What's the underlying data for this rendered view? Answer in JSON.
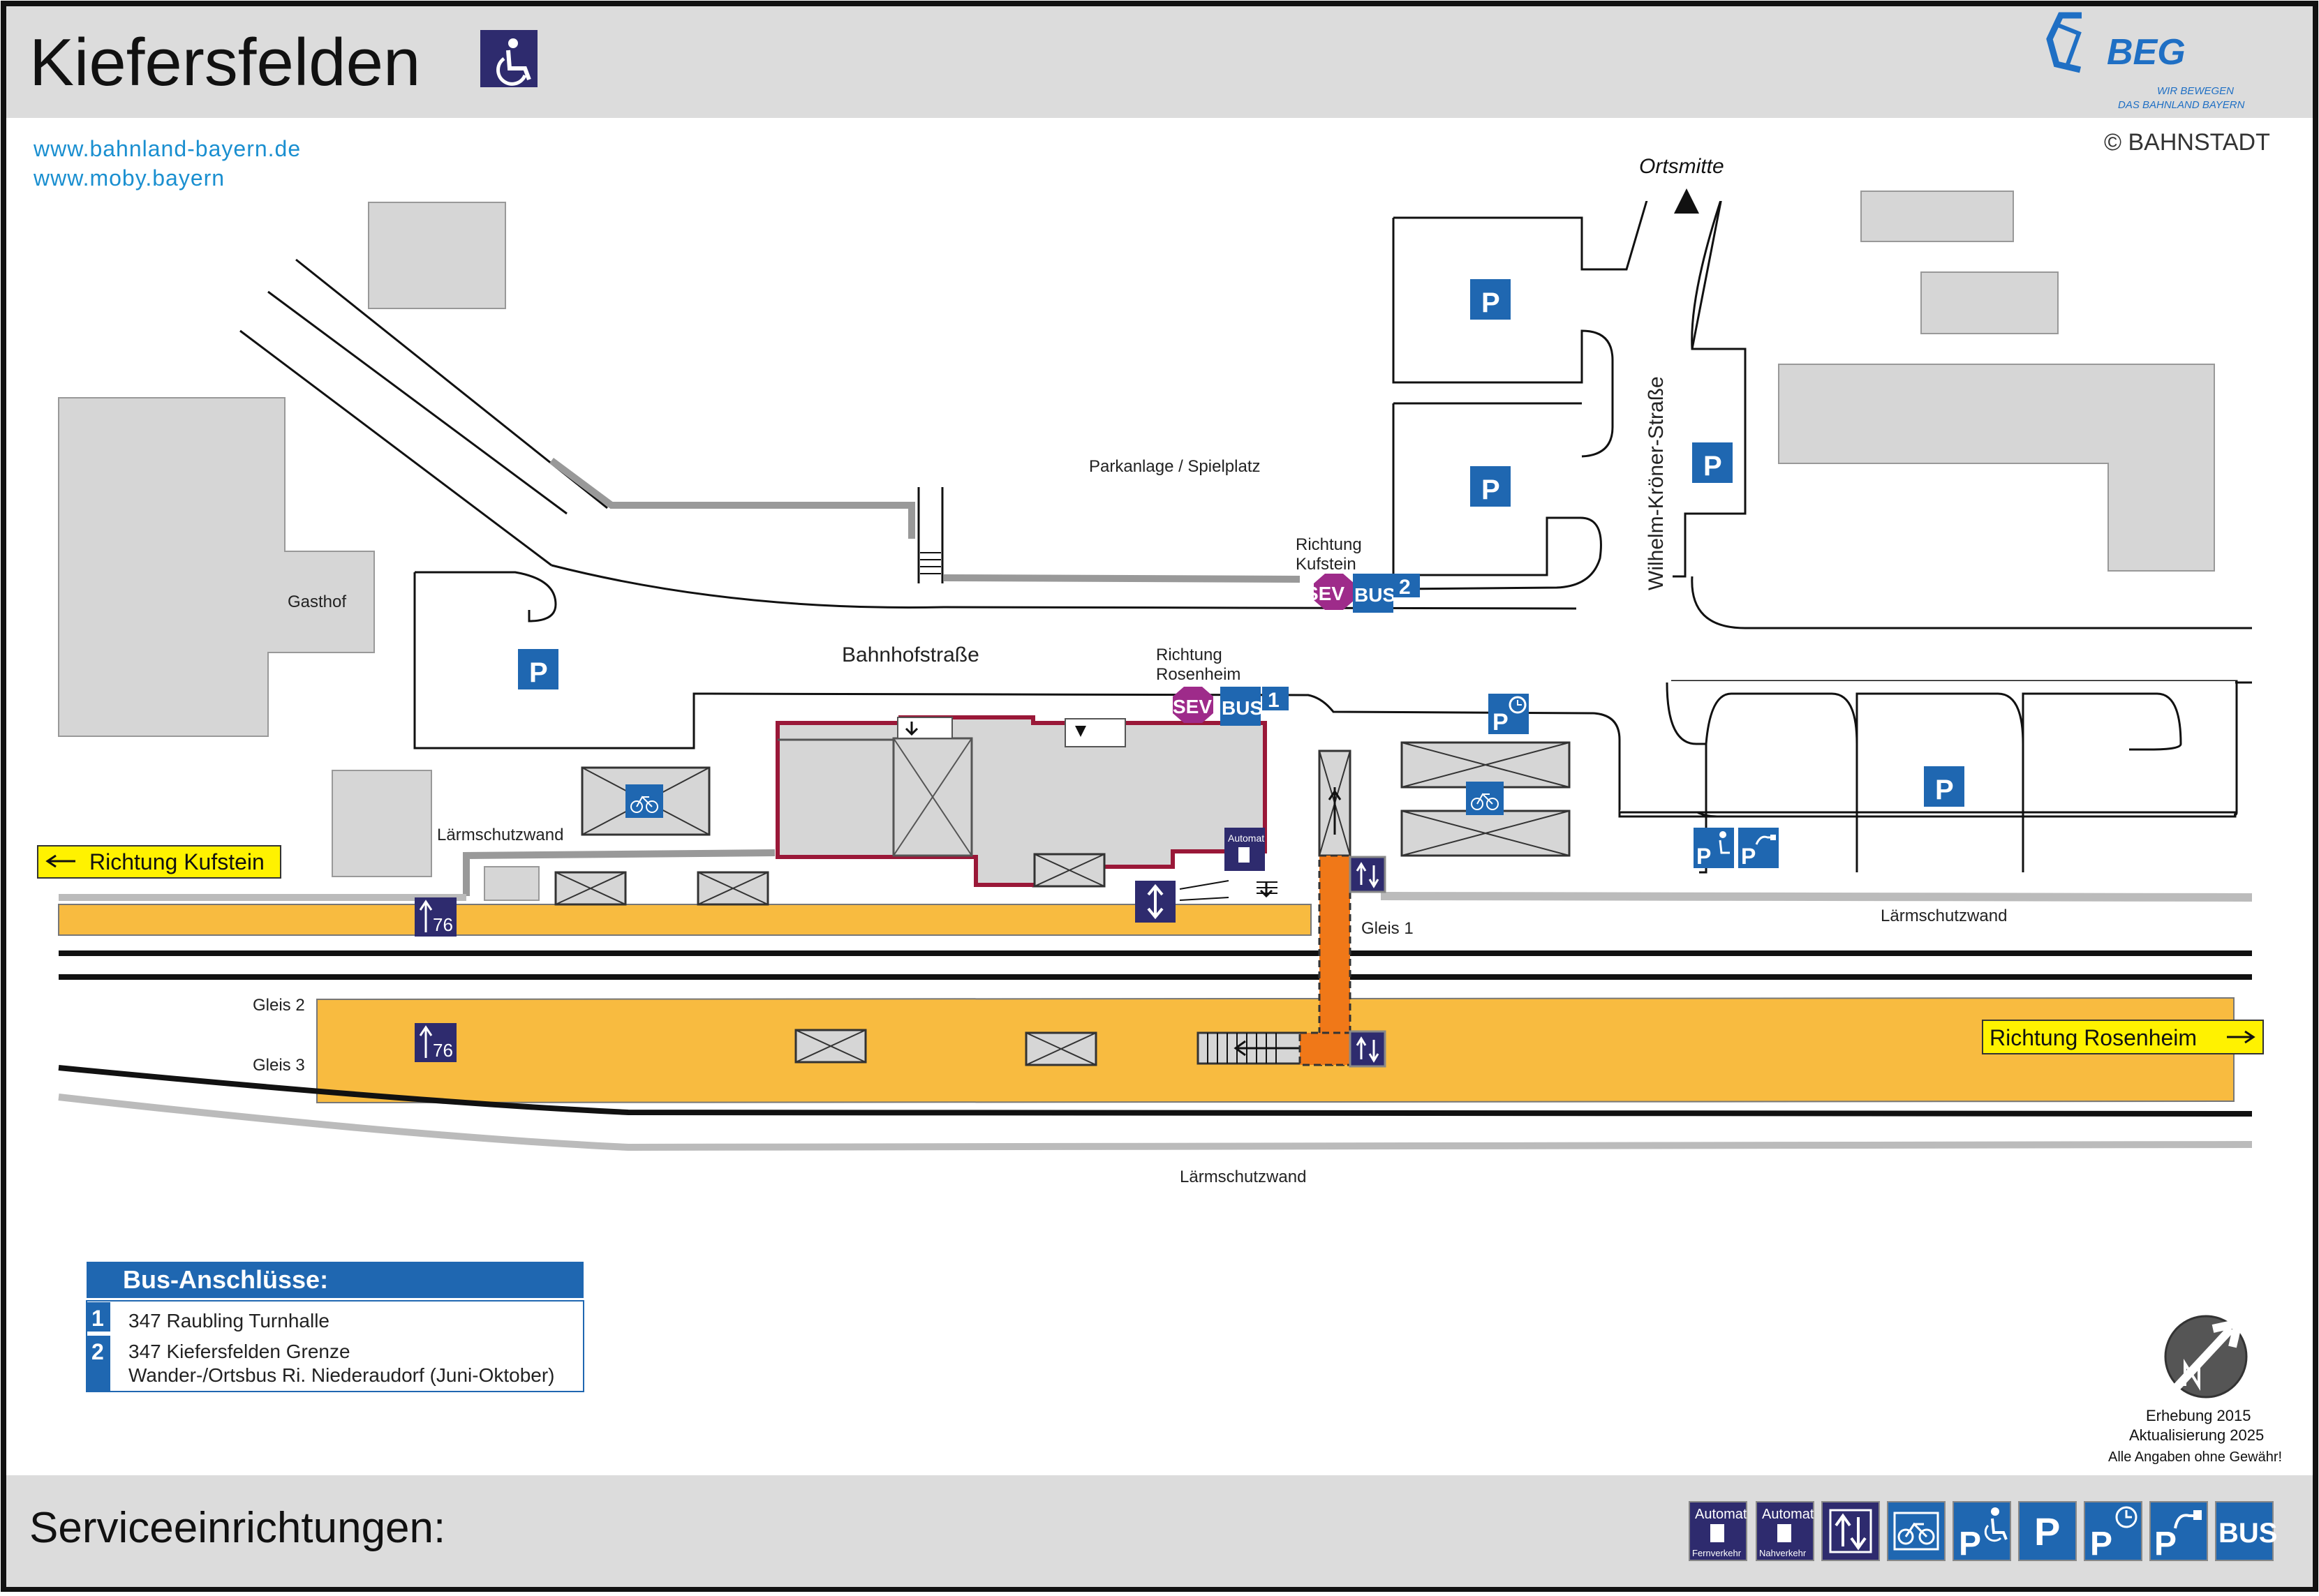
{
  "header": {
    "title": "Kiefersfelden",
    "accessibility_icon": "wheelchair-icon",
    "logo": {
      "name": "BEG",
      "tagline_1": "WIR BEWEGEN",
      "tagline_2": "DAS BAHNLAND BAYERN"
    },
    "copyright": "© BAHNSTADT"
  },
  "links": [
    "www.bahnland-bayern.de",
    "www.moby.bayern"
  ],
  "map": {
    "ortsmitte": "Ortsmitte",
    "street_bahnhof": "Bahnhofstraße",
    "street_wilhelm": "Wilhelm-Kröner-Straße",
    "parkanlage": "Parkanlage / Spielplatz",
    "gasthof": "Gasthof",
    "richtung_kufstein_stop": "Richtung Kufstein",
    "richtung_rosenheim_stop": "Richtung Rosenheim",
    "laermschutzwand": "Lärmschutzwand",
    "gleis_1": "Gleis 1",
    "gleis_2": "Gleis 2",
    "gleis_3": "Gleis 3",
    "dir_kufstein": "Richtung Kufstein",
    "dir_rosenheim": "Richtung Rosenheim",
    "platform_height": "76",
    "parking_label": "P",
    "sev_label": "SEV",
    "bus_label": "BUS",
    "bus_stop_1": "1",
    "bus_stop_2": "2",
    "automat_label": "Automat"
  },
  "bus_connections": {
    "heading": "Bus-Anschlüsse:",
    "rows": [
      {
        "num": "1",
        "lines": [
          "347 Raubling Turnhalle"
        ]
      },
      {
        "num": "2",
        "lines": [
          "347 Kiefersfelden Grenze",
          "Wander-/Ortsbus Ri. Niederaudorf (Juni-Oktober)"
        ]
      }
    ]
  },
  "footnote": {
    "survey": "Erhebung 2015",
    "update": "Aktualisierung 2025",
    "disclaimer": "Alle Angaben ohne Gewähr!"
  },
  "service": {
    "label": "Serviceeinrichtungen:",
    "icons": [
      {
        "name": "automat-fernverkehr-icon",
        "top": "Automat",
        "bottom": "Fernverkehr"
      },
      {
        "name": "automat-nahverkehr-icon",
        "top": "Automat",
        "bottom": "Nahverkehr"
      },
      {
        "name": "elevator-icon"
      },
      {
        "name": "bike-parking-icon"
      },
      {
        "name": "disabled-parking-icon",
        "text": "P"
      },
      {
        "name": "parking-icon",
        "text": "P"
      },
      {
        "name": "short-term-parking-icon",
        "text": "P"
      },
      {
        "name": "ev-charging-parking-icon",
        "text": "P"
      },
      {
        "name": "bus-icon",
        "text": "BUS"
      }
    ]
  },
  "colors": {
    "platform": "#f8bb40",
    "underpass": "#f07818",
    "station_outline": "#9a1838",
    "sign_blue": "#1f67b1",
    "navy": "#2e2b6e",
    "sev_purple": "#9e2b8a",
    "direction_yellow": "#fff200",
    "building_gray": "#d6d6d6",
    "header_gray": "#dcdcdc"
  }
}
